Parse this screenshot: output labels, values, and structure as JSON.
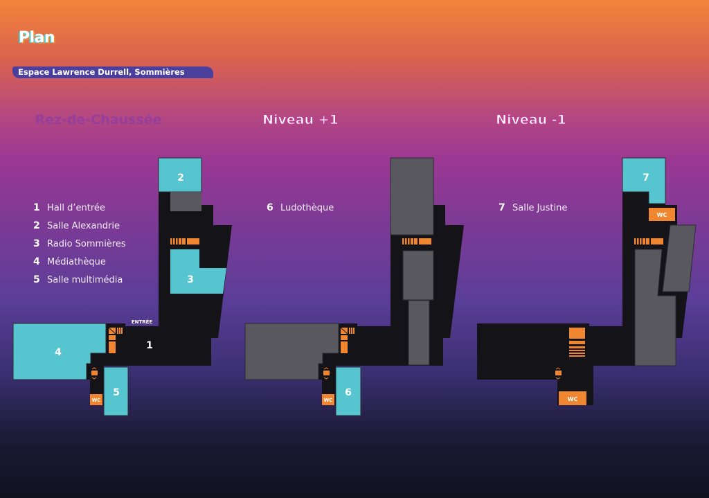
{
  "title": "Plan",
  "subtitle": "Espace Lawrence Durrell, Sommières",
  "colors": {
    "room_highlight": "#56c5cf",
    "room_other": "#58585e",
    "building": "#131318",
    "facility": "#f0862f"
  },
  "floors": [
    {
      "name": "Rez-de-Chaussée",
      "legend": [
        {
          "num": "1",
          "label": "Hall d’entrée"
        },
        {
          "num": "2",
          "label": "Salle Alexandrie"
        },
        {
          "num": "3",
          "label": "Radio Sommières"
        },
        {
          "num": "4",
          "label": "Médiathèque"
        },
        {
          "num": "5",
          "label": "Salle multimédia"
        }
      ],
      "entrance_label": "ENTRÉE",
      "wc_label": "WC"
    },
    {
      "name": "Niveau +1",
      "legend": [
        {
          "num": "6",
          "label": "Ludothèque"
        }
      ],
      "wc_label": "WC"
    },
    {
      "name": "Niveau -1",
      "legend": [
        {
          "num": "7",
          "label": "Salle Justine"
        }
      ],
      "wc_labels": [
        "WC",
        "WC"
      ]
    }
  ]
}
